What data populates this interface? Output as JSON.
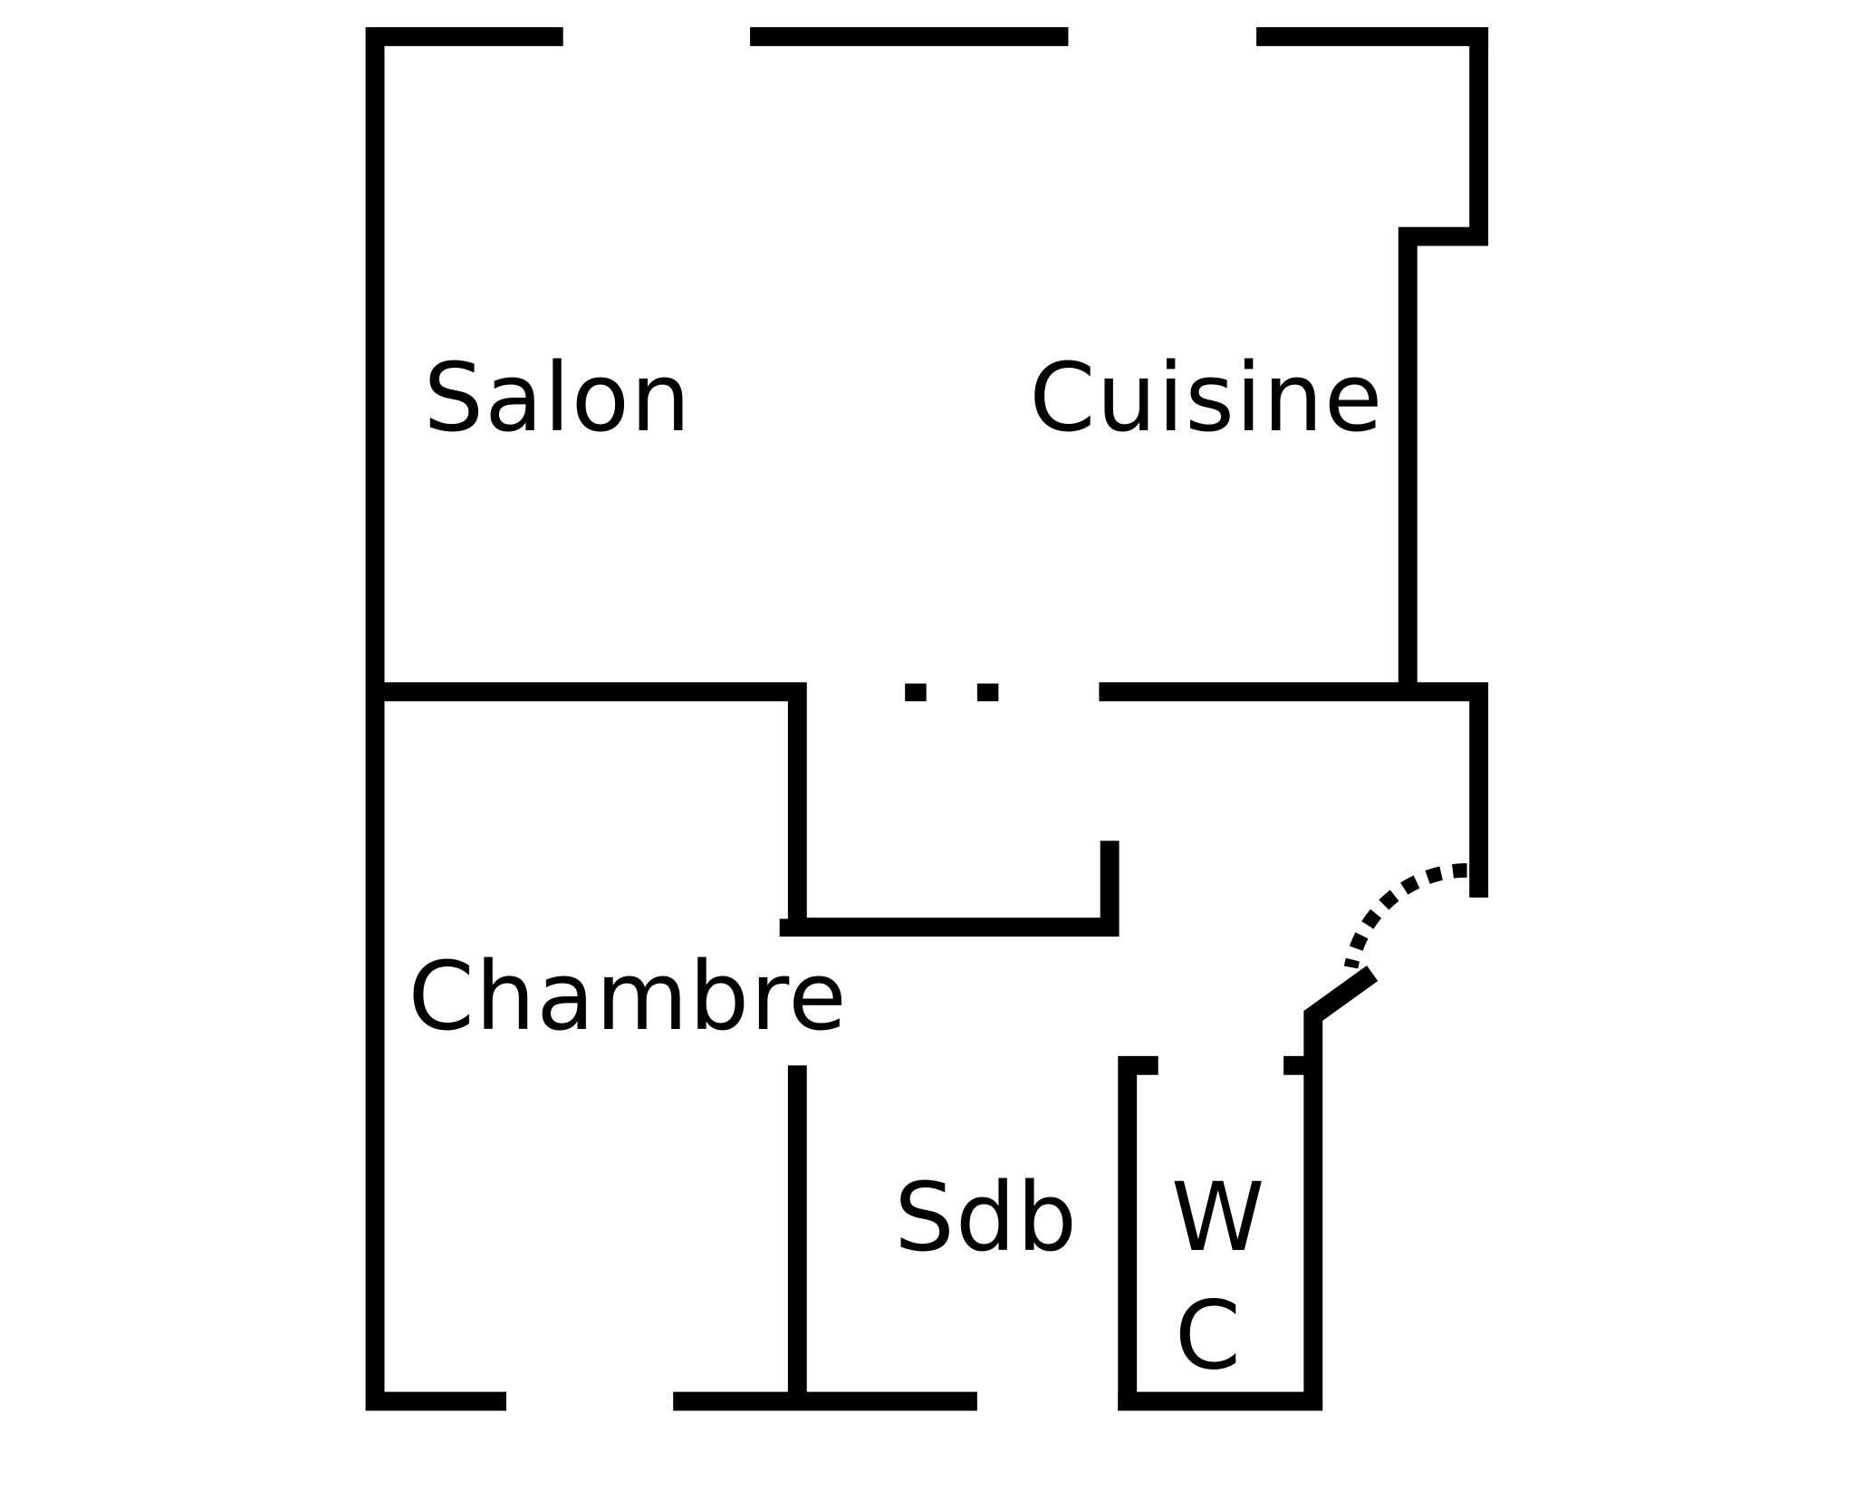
{
  "plan": {
    "rooms": {
      "salon": "Salon",
      "cuisine": "Cuisine",
      "chambre": "Chambre",
      "sdb": "Sdb",
      "wc_top": "W",
      "wc_bottom": "C"
    },
    "colors": {
      "wall": "#000000",
      "background": "#ffffff"
    }
  }
}
